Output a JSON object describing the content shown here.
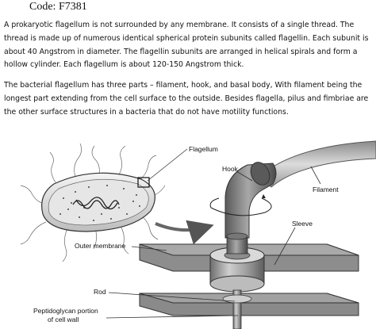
{
  "header": {
    "code": "Code: F7381"
  },
  "paragraphs": [
    "A prokaryotic flagellum is not surrounded by any membrane. It consists of a single thread. The thread is made up of numerous identical spherical protein subunits called flagellin. Each subunit is about 40 Angstrom in diameter. The flagellin subunits are arranged in helical spirals and form a hollow cylinder. Each flagellum is about 120-150 Angstrom thick.",
    "The bacterial flagellum has three parts – filament, hook, and basal body, With filament being the longest part extending from the cell surface to the outside. Besides flagella, pilus and fimbriae are the other surface structures in a bacteria that do not have motility functions."
  ],
  "diagram": {
    "labels": {
      "flagellum": "Flagellum",
      "hook": "Hook",
      "filament": "Filament",
      "sleeve": "Sleeve",
      "outer_membrane": "Outer membrane",
      "rod": "Rod",
      "peptidoglycan_line1": "Peptidoglycan portion",
      "peptidoglycan_line2": "of cell wall"
    }
  }
}
